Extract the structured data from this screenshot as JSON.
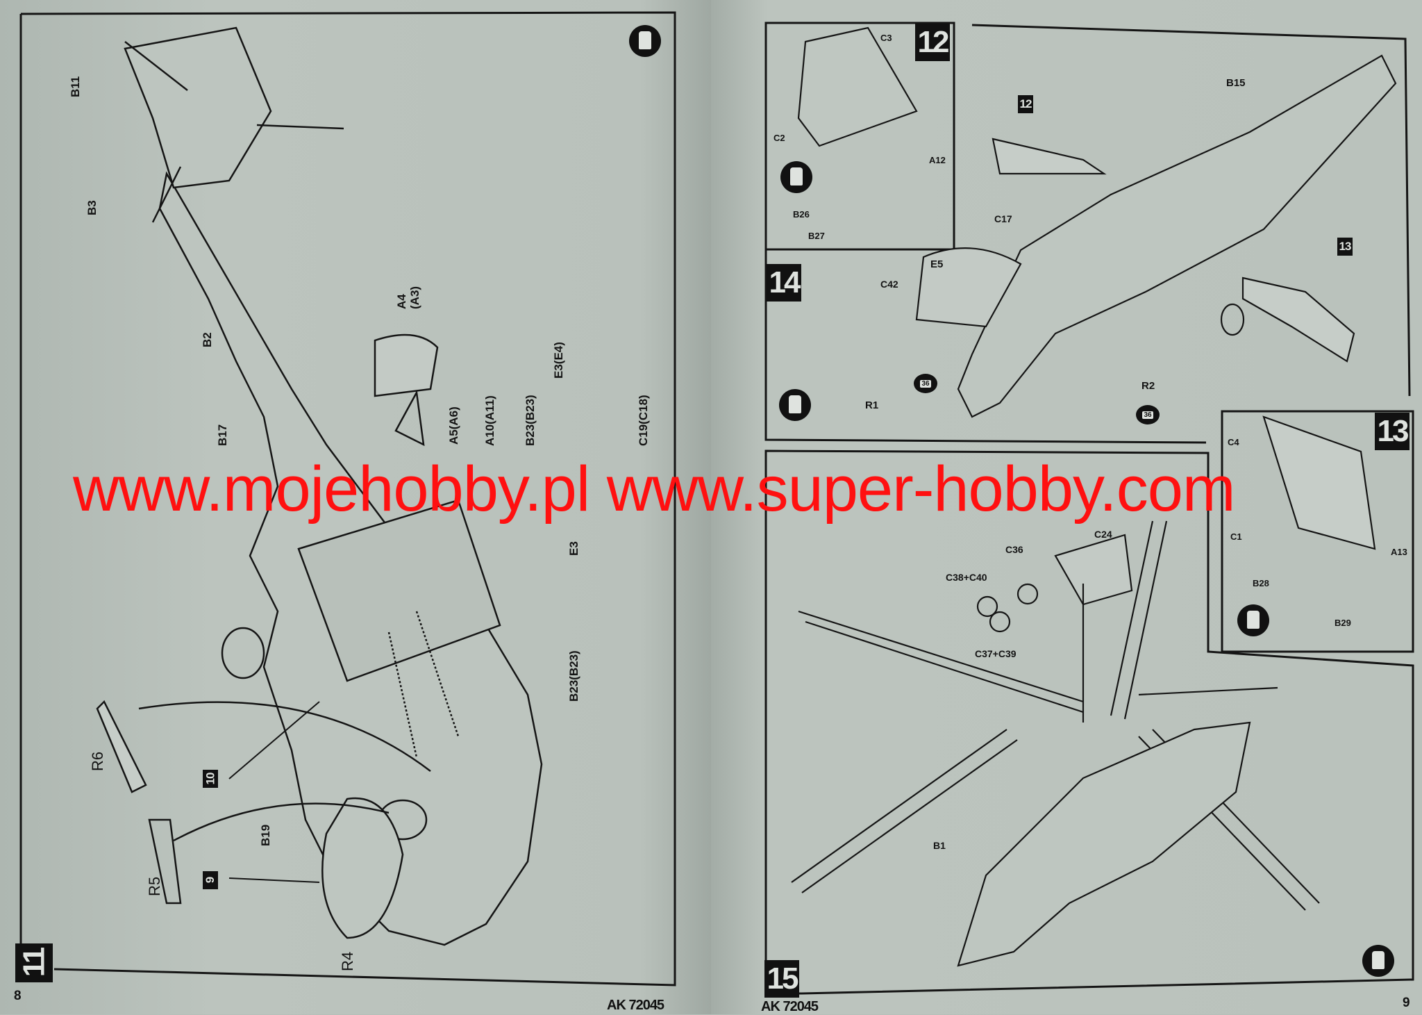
{
  "left_page": {
    "page_number": "8",
    "code": "AK 72045",
    "step_badges": [
      "11",
      "10",
      "9"
    ],
    "parts": {
      "b11": "B11",
      "b3": "B3",
      "b2": "B2",
      "a4": "A4\n(A3)",
      "a5": "A5(A6)",
      "a10": "A10(A11)",
      "b23_top": "B23(B23)",
      "e3e4": "E3(E4)",
      "c19": "C19(C18)",
      "b17": "B17",
      "e3": "E3",
      "b23_bottom": "B23(B23)",
      "r6": "R6",
      "r5": "R5",
      "b19": "B19",
      "r4": "R4"
    },
    "icons": [
      "glue-icon"
    ]
  },
  "right_page": {
    "page_number": "9",
    "code": "AK 72045",
    "step_badges": {
      "s12": "12",
      "s12_small": "12",
      "s14": "14",
      "s13_small": "13",
      "s13": "13",
      "s15": "15"
    },
    "parts": {
      "c3": "C3",
      "c2": "C2",
      "a12": "A12",
      "b26": "B26",
      "b27": "B27",
      "b15": "B15",
      "c17": "C17",
      "e5": "E5",
      "c42": "C42",
      "r1": "R1",
      "r2": "R2",
      "c4": "C4",
      "c1": "C1",
      "a13": "A13",
      "b28": "B28",
      "b29": "B29",
      "c24": "C24",
      "c36": "C36",
      "c38c40": "C38+C40",
      "c37c39": "C37+C39",
      "b1": "B1"
    },
    "ref_badges": [
      "36",
      "36"
    ],
    "icons": [
      "glue-icon"
    ]
  },
  "watermark": "www.mojehobby.pl www.super-hobby.com",
  "colors": {
    "paper": "#b9c1bb",
    "ink": "#111111",
    "watermark": "#ff1010"
  }
}
